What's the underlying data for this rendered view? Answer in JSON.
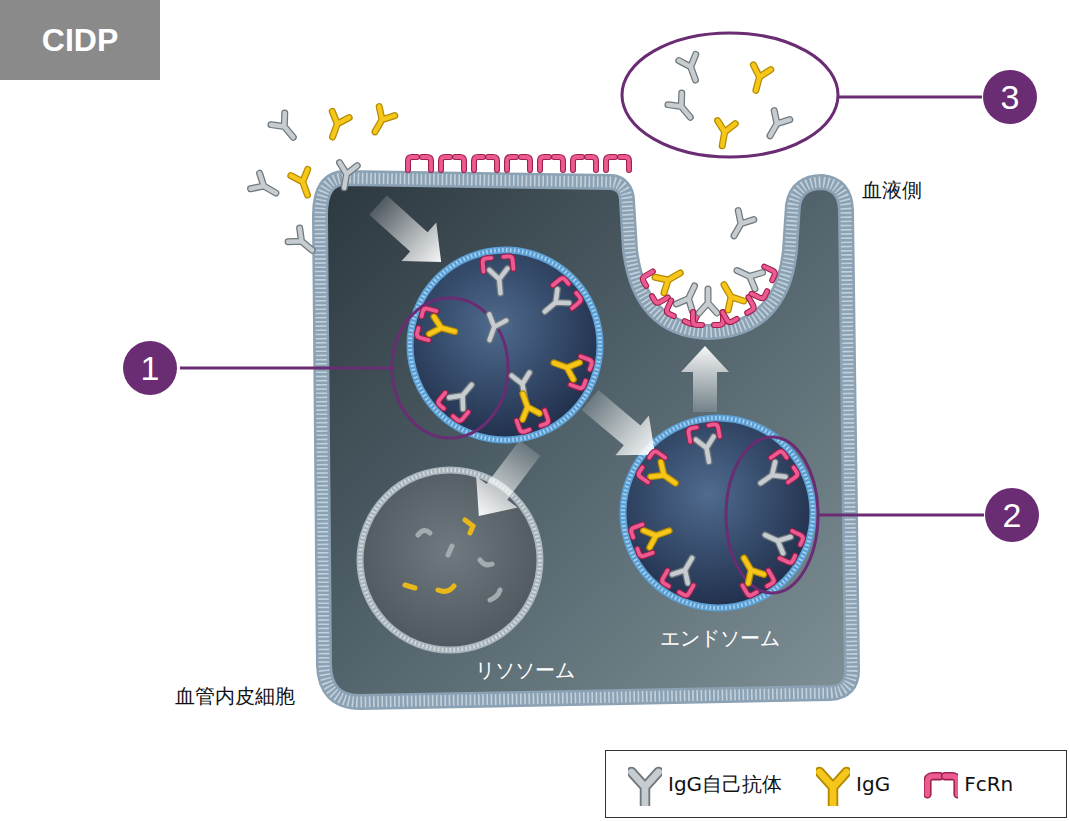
{
  "diagram": {
    "title": "CIDP",
    "nodes": [
      {
        "text": [
          "血管内皮細胞"
        ]
      },
      {
        "text": [
          "リソソーム"
        ],
        "in": 0
      },
      {
        "text": [
          "エンドソーム"
        ],
        "in": 0
      }
    ],
    "labels": [
      "血液側",
      "1",
      "2",
      "3"
    ],
    "legend": [
      {
        "text": "IgG自己抗体"
      },
      {
        "text": "IgG"
      },
      {
        "text": "FcRn"
      }
    ]
  }
}
